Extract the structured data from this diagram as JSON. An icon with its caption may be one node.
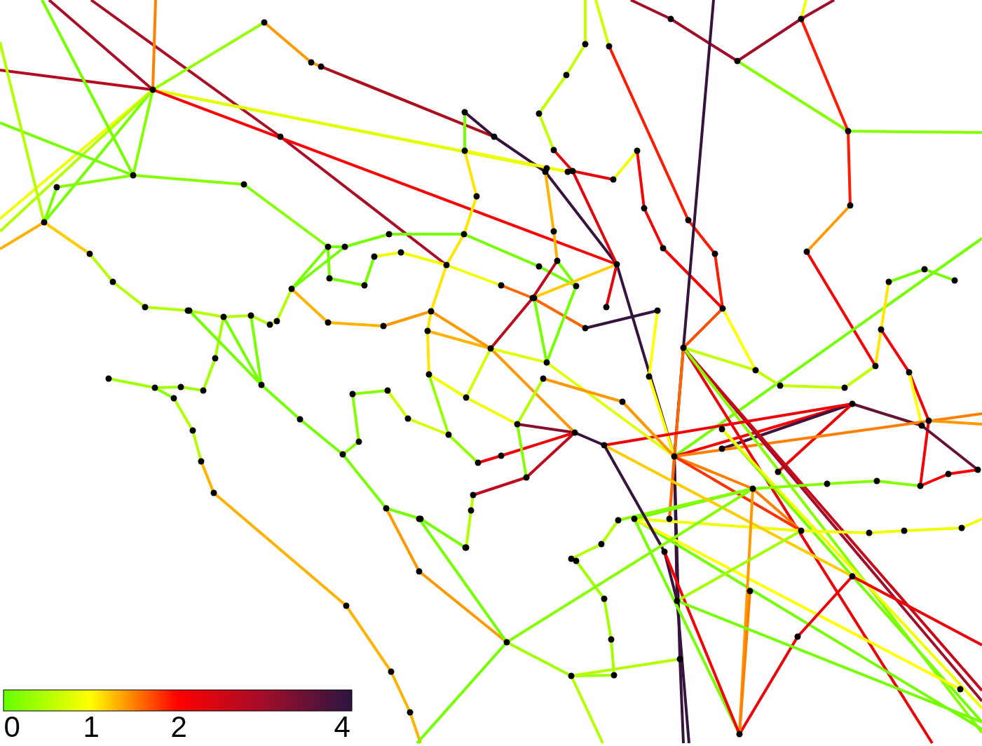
{
  "diagram": {
    "labels": [
      "0",
      "1",
      "2",
      "4"
    ]
  }
}
